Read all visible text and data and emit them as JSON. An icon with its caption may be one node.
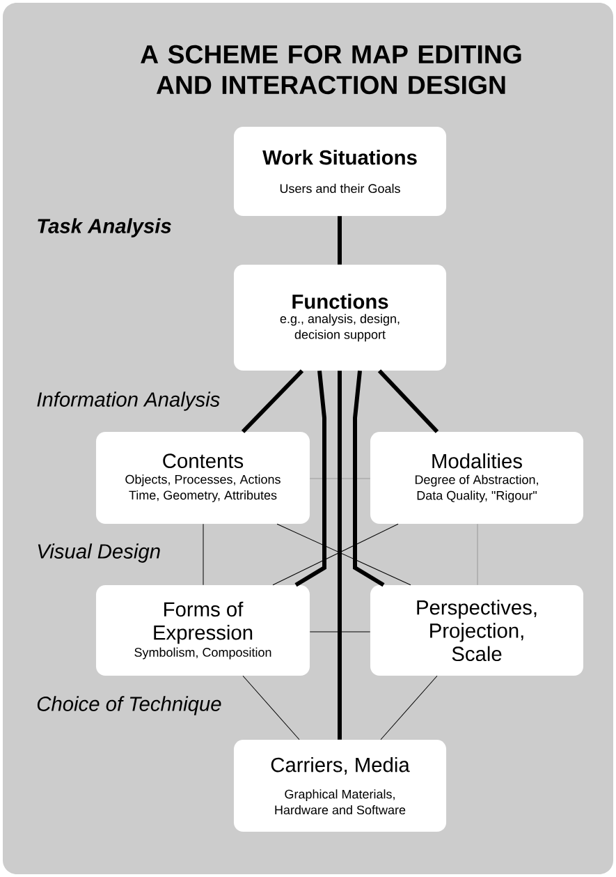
{
  "diagram": {
    "title": "A SCHEME FOR MAP EDITING AND INTERACTION DESIGN",
    "nodes": [
      {
        "text": [
          "Work Situations",
          "Users and their Goals"
        ]
      },
      {
        "text": [
          "Functions",
          "e.g., analysis, design, decision support"
        ]
      },
      {
        "text": [
          "Contents",
          "Objects, Processes, Actions Time, Geometry, Attributes"
        ]
      },
      {
        "text": [
          "Modalities",
          "Degree of Abstraction, Data Quality, \"Rigour\""
        ]
      },
      {
        "text": [
          "Forms of Expression",
          "Symbolism, Composition"
        ]
      },
      {
        "text": [
          "Perspectives, Projection, Scale"
        ]
      },
      {
        "text": [
          "Carriers, Media",
          "Graphical Materials, Hardware and Software"
        ]
      }
    ],
    "edges": [
      {
        "from": 0,
        "to": 1,
        "arrow": "none",
        "style": "thick"
      },
      {
        "from": 1,
        "to": 2,
        "arrow": "none",
        "style": "thick"
      },
      {
        "from": 1,
        "to": 4,
        "arrow": "none",
        "style": "thick"
      },
      {
        "from": 1,
        "to": 6,
        "arrow": "none",
        "style": "thick"
      },
      {
        "from": 1,
        "to": 5,
        "arrow": "none",
        "style": "thick"
      },
      {
        "from": 1,
        "to": 3,
        "arrow": "none",
        "style": "thick"
      },
      {
        "from": 2,
        "to": 3,
        "arrow": "none",
        "color": "#999999"
      },
      {
        "from": 2,
        "to": 4,
        "arrow": "none"
      },
      {
        "from": 3,
        "to": 5,
        "arrow": "none",
        "color": "#999999"
      },
      {
        "from": 2,
        "to": 5,
        "arrow": "none"
      },
      {
        "from": 3,
        "to": 4,
        "arrow": "none"
      },
      {
        "from": 4,
        "to": 5,
        "arrow": "none"
      },
      {
        "from": 4,
        "to": 6,
        "arrow": "none"
      },
      {
        "from": 5,
        "to": 6,
        "arrow": "none"
      }
    ],
    "labels": [
      "Task Analysis",
      "Information Analysis",
      "Visual Design",
      "Choice of Technique"
    ]
  }
}
